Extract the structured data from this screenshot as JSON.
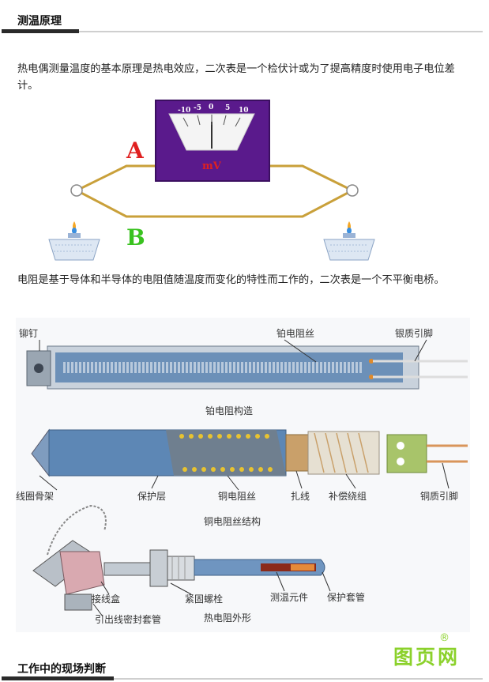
{
  "section1": {
    "title": "测温原理"
  },
  "paragraph1": "热电偶测量温度的基本原理是热电效应，二次表是一个检伏计或为了提高精度时使用电子电位差计。",
  "thermocouple_figure": {
    "meter_scale": [
      "-10",
      "-5",
      "0",
      "5",
      "10"
    ],
    "meter_unit": "mV",
    "wire_a": "A",
    "wire_b": "B"
  },
  "paragraph2": "电阻是基于导体和半导体的电阻值随温度而变化的特性而工作的，二次表是一个不平衡电桥。",
  "rtd_figure": {
    "platinum": {
      "labels": {
        "rivet": "铆钉",
        "pt_wire": "铂电阻丝",
        "silver_pins": "银质引脚"
      },
      "caption": "铂电阻构造"
    },
    "copper": {
      "labels": {
        "coil_frame": "线圈骨架",
        "protect_layer": "保护层",
        "cu_wire": "铜电阻丝",
        "tie_wire": "扎线",
        "comp_winding": "补偿绕组",
        "cu_pins": "铜质引脚"
      },
      "caption": "铜电阻丝结构"
    },
    "assembly": {
      "labels": {
        "junction_box": "接线盒",
        "lead_sleeve": "引出线密封套管",
        "fastening_bolt": "紧固螺栓",
        "sensing_element": "测温元件",
        "protection_tube": "保护套管"
      },
      "caption": "热电阻外形"
    }
  },
  "section2": {
    "title": "工作中的现场判断"
  },
  "watermark": {
    "text": "图页网",
    "mark": "®"
  },
  "colors": {
    "accent_bar": "#2a2a2a",
    "wire": "#c9a03a",
    "meter": "#5a1a8c",
    "label_red": "#e02020",
    "label_green": "#39c21f",
    "watermark": "#8bd12b"
  }
}
